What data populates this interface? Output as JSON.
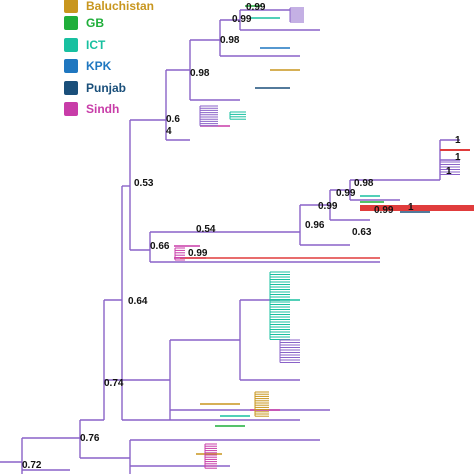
{
  "legend": [
    {
      "label": "Baluchistan",
      "color": "#c8961e"
    },
    {
      "label": "GB",
      "color": "#1fae3a"
    },
    {
      "label": "ICT",
      "color": "#18c0a0"
    },
    {
      "label": "KPK",
      "color": "#1f77c0"
    },
    {
      "label": "Punjab",
      "color": "#1a4f7a"
    },
    {
      "label": "Sindh",
      "color": "#c83ca8"
    }
  ],
  "branch_color": "#8a62c8",
  "highlight_color": "#e03c3c",
  "support_values": [
    "0.99",
    "0.99",
    "0.98",
    "0.98",
    "0.6",
    "4",
    "0.53",
    "1",
    "1",
    "1",
    "0.98",
    "0.99",
    "0.99",
    "0.99",
    "1",
    "0.96",
    "0.63",
    "0.54",
    "0.66",
    "0.99",
    "0.64",
    "0.74",
    "0.76",
    "0.72"
  ]
}
